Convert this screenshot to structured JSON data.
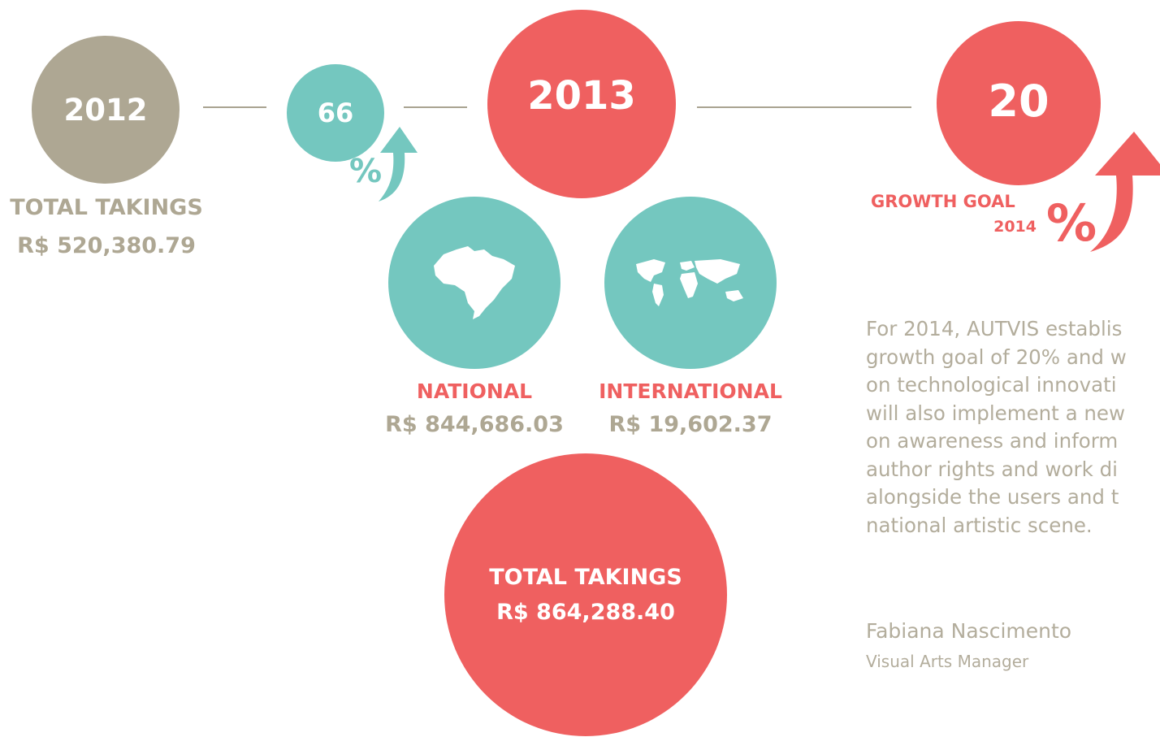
{
  "colors": {
    "beige": "#aea793",
    "teal": "#74c7bf",
    "red": "#ef6060",
    "line": "#a9a391",
    "text_gray": "#b3ad9c"
  },
  "year_2012": {
    "label": "2012",
    "caption": "TOTAL TAKINGS",
    "amount": "R$ 520,380.79"
  },
  "growth_2013": {
    "value": "66",
    "percent": "%"
  },
  "year_2013": {
    "label": "2013"
  },
  "national": {
    "label": "NATIONAL",
    "amount": "R$ 844,686.03",
    "icon": "brazil-map-icon"
  },
  "international": {
    "label": "INTERNATIONAL",
    "amount": "R$ 19,602.37",
    "icon": "world-map-icon"
  },
  "total_2013": {
    "caption": "TOTAL TAKINGS",
    "amount": "R$ 864,288.40"
  },
  "goal_2014": {
    "value": "20",
    "percent": "%",
    "caption": "GROWTH GOAL",
    "year": "2014"
  },
  "paragraph": [
    "For 2014, AUTVIS establis",
    "growth goal of 20% and w",
    "on technological innovati",
    "will also implement a new",
    "on awareness and inform",
    "author rights and work di",
    "alongside the users and t",
    "national artistic scene."
  ],
  "signature": {
    "name": "Fabiana Nascimento",
    "role": "Visual Arts Manager"
  }
}
